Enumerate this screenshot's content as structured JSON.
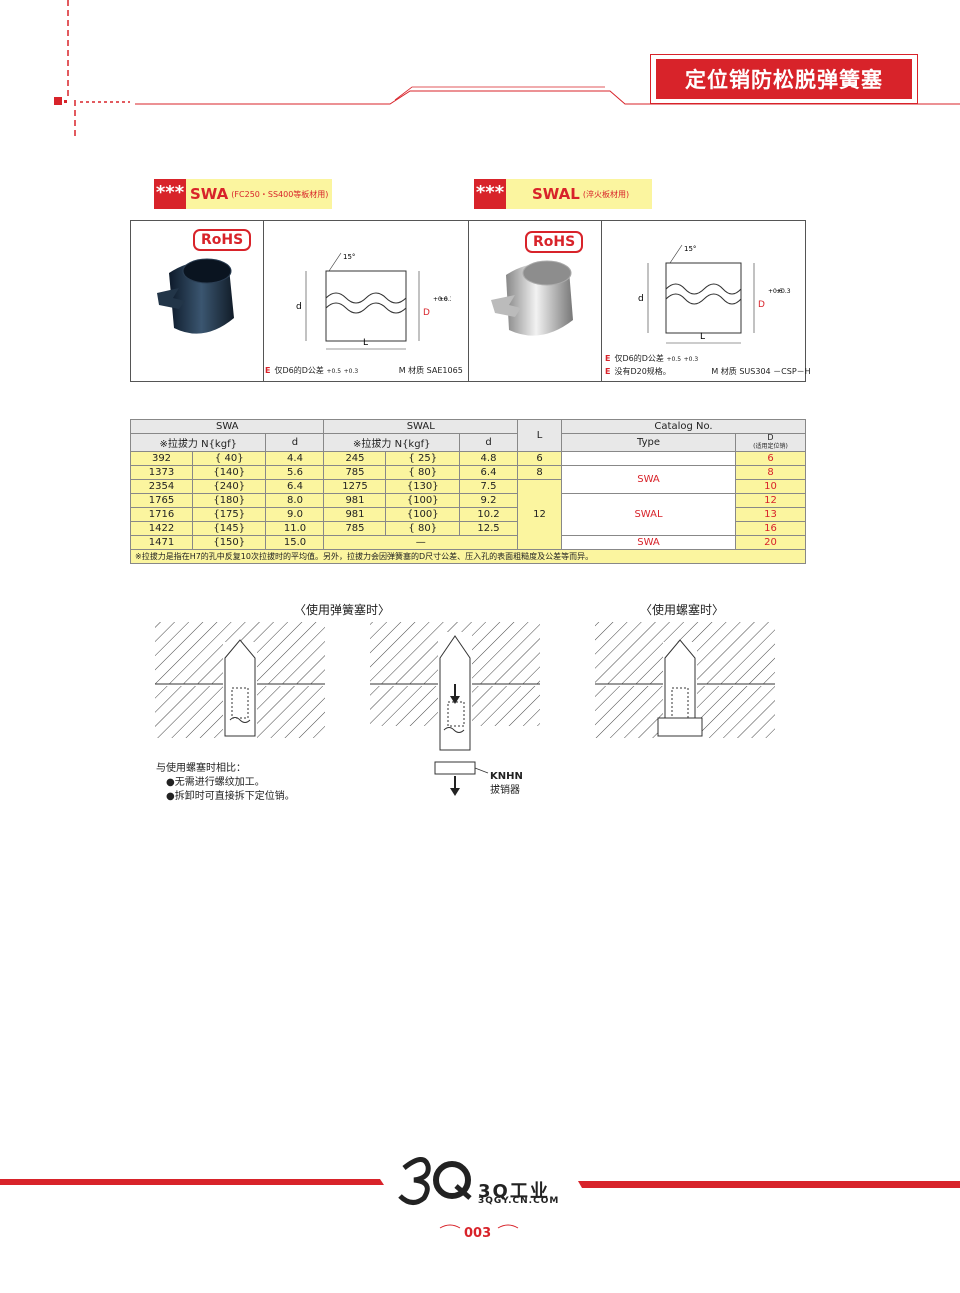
{
  "header": {
    "title": "定位销防松脱弹簧塞"
  },
  "products": [
    {
      "stars": "***",
      "name": "SWA",
      "note": "(FC250・SS400等板材用)"
    },
    {
      "stars": "***",
      "name": "SWAL",
      "note": "(淬火板材用)"
    }
  ],
  "panel": {
    "rohs": "RoHS",
    "angle": "15°",
    "dim_d": "d",
    "dim_D": "D",
    "tol_pos": "+0.6",
    "tol_neg": "+0.3",
    "dim_L": "L",
    "swa_spec": {
      "e_mark": "E",
      "e_text": "仅D6的D公差",
      "tol_pos": "+0.5",
      "tol_neg": "+0.3",
      "material": "M 材质  SAE1065"
    },
    "swal_spec": {
      "e_mark": "E",
      "e_text": "仅D6的D公差",
      "tol_pos": "+0.5",
      "tol_neg": "+0.3",
      "e2_text": "没有D20规格。",
      "material": "M 材质  SUS304 －CSP－H"
    }
  },
  "table": {
    "h_swa": "SWA",
    "h_swal": "SWAL",
    "h_L": "L",
    "h_catalog": "Catalog  No.",
    "h_force": "※拉拔力 N{kgf}",
    "h_d": "d",
    "h_type": "Type",
    "h_D": "D",
    "h_D_sub": "(适用定位销)",
    "rows": [
      {
        "swa_n": "392",
        "swa_kgf": "{ 40}",
        "swa_d": "4.4",
        "swal_n": "245",
        "swal_kgf": "{ 25}",
        "swal_d": "4.8",
        "D": "6"
      },
      {
        "swa_n": "1373",
        "swa_kgf": "{140}",
        "swa_d": "5.6",
        "swal_n": "785",
        "swal_kgf": "{ 80}",
        "swal_d": "6.4",
        "D": "8"
      },
      {
        "swa_n": "2354",
        "swa_kgf": "{240}",
        "swa_d": "6.4",
        "swal_n": "1275",
        "swal_kgf": "{130}",
        "swal_d": "7.5",
        "D": "10"
      },
      {
        "swa_n": "1765",
        "swa_kgf": "{180}",
        "swa_d": "8.0",
        "swal_n": "981",
        "swal_kgf": "{100}",
        "swal_d": "9.2",
        "D": "12"
      },
      {
        "swa_n": "1716",
        "swa_kgf": "{175}",
        "swa_d": "9.0",
        "swal_n": "981",
        "swal_kgf": "{100}",
        "swal_d": "10.2",
        "D": "13"
      },
      {
        "swa_n": "1422",
        "swa_kgf": "{145}",
        "swa_d": "11.0",
        "swal_n": "785",
        "swal_kgf": "{ 80}",
        "swal_d": "12.5",
        "D": "16"
      },
      {
        "swa_n": "1471",
        "swa_kgf": "{150}",
        "swa_d": "15.0",
        "swal_n": "—",
        "swal_kgf": "",
        "swal_d": "",
        "D": "20"
      }
    ],
    "L_values": [
      "6",
      "8",
      "12"
    ],
    "types": [
      "SWA",
      "SWAL",
      "SWA"
    ],
    "note": "※拉拔力是指在H7的孔中反复10次拉拔时的平均值。另外，拉拔力会因弹簧塞的D尺寸公差、压入孔的表面粗糙度及公差等而异。"
  },
  "usage": {
    "caption_spring": "〈使用弹簧塞时〉",
    "caption_screw": "〈使用螺塞时〉",
    "compare_title": "与使用螺塞时相比：",
    "compare_items": [
      "●无需进行螺纹加工。",
      "●拆卸时可直接拆下定位销。"
    ],
    "tool_code": "KNHN",
    "tool_name": "拔销器"
  },
  "footer": {
    "brand": "3Q工业",
    "url": "3QGY.CN.COM",
    "page": "003"
  }
}
